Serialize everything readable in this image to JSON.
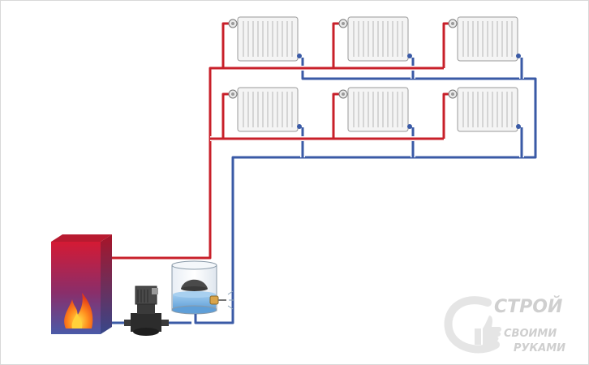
{
  "diagram": {
    "colors": {
      "supply": "#c8202a",
      "return": "#3a5aa6",
      "pipe_outline": "#ffffff",
      "radiator": "#f2f2f2",
      "radiator_stroke": "#9a9a9a",
      "boiler_top": "#d41a34",
      "boiler_bottom": "#4a5aa8",
      "water": "#7fb6e6"
    },
    "components": {
      "boiler": "boiler",
      "pump": "circulation-pump",
      "expansion_tank": "expansion-tank",
      "radiators_upper": 3,
      "radiators_lower": 3
    }
  },
  "watermark": {
    "line1": "СТРОЙ",
    "line2": "СВОИМИ",
    "line3": "РУКАМИ"
  }
}
